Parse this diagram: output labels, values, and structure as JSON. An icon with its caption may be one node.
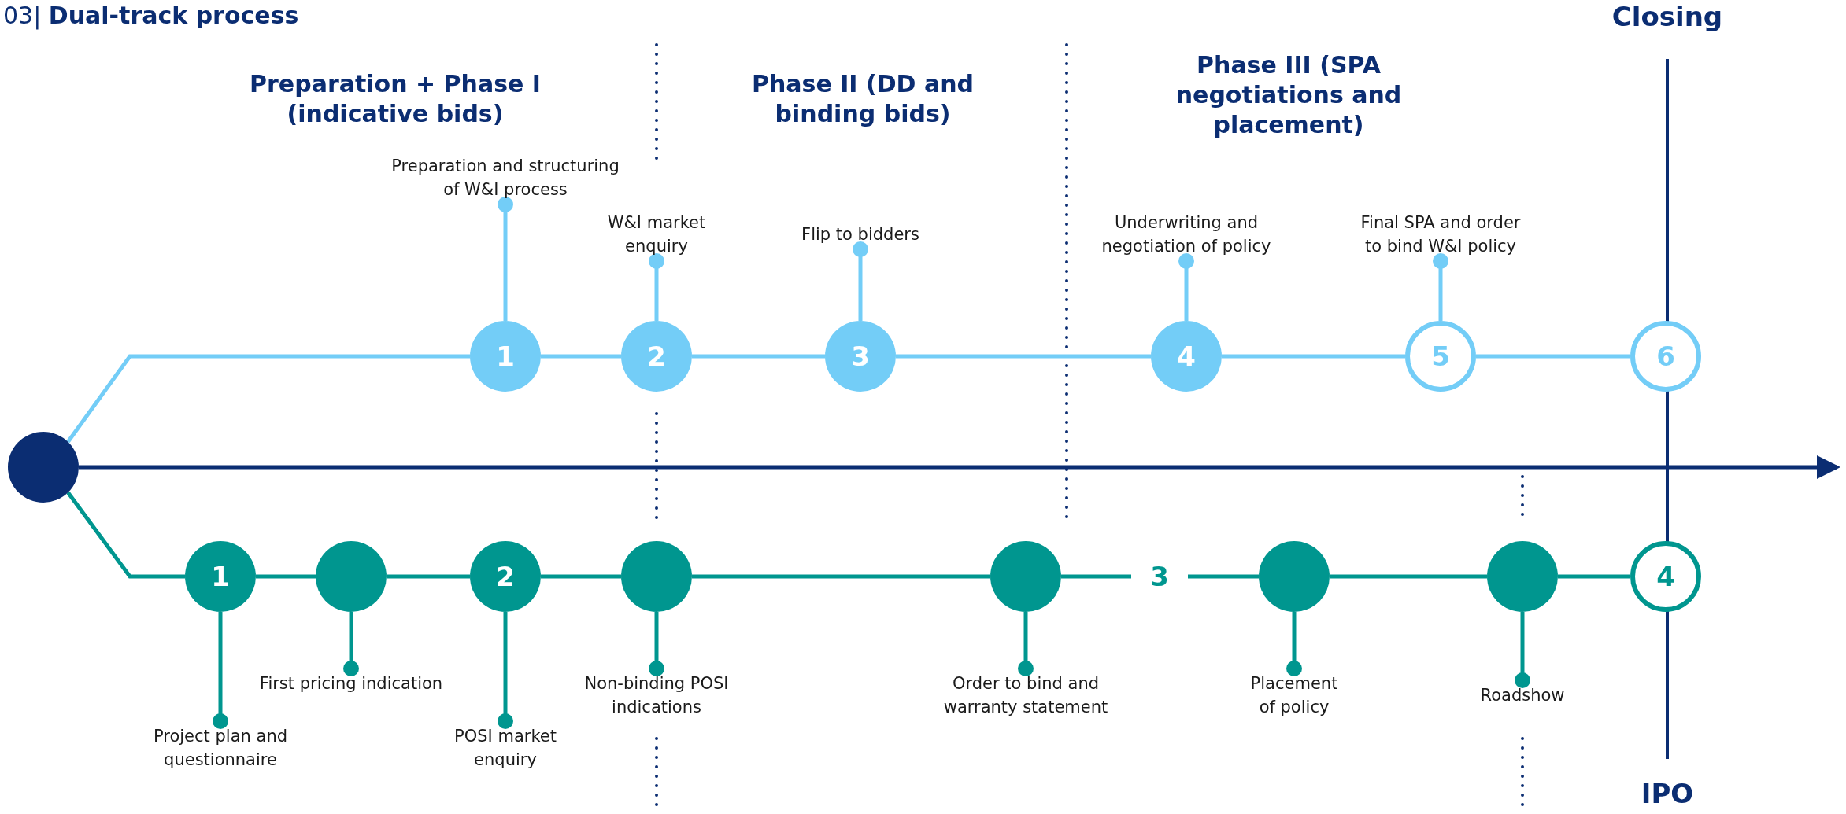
{
  "diagram": {
    "title": "03| **Dual-track process**",
    "nodes": [
      {
        "text": [],
        "shape": "circle"
      },
      {
        "text": [
          "1"
        ]
      },
      {
        "text": [
          "2"
        ]
      },
      {
        "text": [
          "3"
        ]
      },
      {
        "text": [
          "4"
        ]
      },
      {
        "text": [
          "5"
        ]
      },
      {
        "text": [
          "6"
        ]
      },
      {
        "text": [
          "Preparation and structuring of W&I process"
        ]
      },
      {
        "text": [
          "W&I market enquiry"
        ]
      },
      {
        "text": [
          "Flip to bidders"
        ]
      },
      {
        "text": [
          "Underwriting and negotiation of policy"
        ]
      },
      {
        "text": [
          "Final SPA and order to bind W&I policy"
        ]
      },
      {
        "text": [
          "1"
        ]
      },
      {
        "text": [],
        "shape": "circle"
      },
      {
        "text": [
          "2"
        ]
      },
      {
        "text": [],
        "shape": "circle"
      },
      {
        "text": [],
        "shape": "circle"
      },
      {
        "text": [
          "3"
        ]
      },
      {
        "text": [],
        "shape": "circle"
      },
      {
        "text": [],
        "shape": "circle"
      },
      {
        "text": [
          "4"
        ]
      },
      {
        "text": [
          "Project plan and questionnaire"
        ]
      },
      {
        "text": [
          "First pricing indication"
        ]
      },
      {
        "text": [
          "POSI market enquiry"
        ]
      },
      {
        "text": [
          "Non-binding POSI indications"
        ]
      },
      {
        "text": [
          "Order to bind and warranty statement"
        ]
      },
      {
        "text": [
          "Placement of policy"
        ]
      },
      {
        "text": [
          "Roadshow"
        ]
      }
    ],
    "edges": [
      {
        "from": 0,
        "to": 1,
        "arrow": "none",
        "color": "#73cdf7"
      },
      {
        "from": 1,
        "to": 2,
        "arrow": "none",
        "color": "#73cdf7"
      },
      {
        "from": 2,
        "to": 3,
        "arrow": "none",
        "color": "#73cdf7"
      },
      {
        "from": 3,
        "to": 4,
        "arrow": "none",
        "color": "#73cdf7"
      },
      {
        "from": 4,
        "to": 5,
        "arrow": "none",
        "color": "#73cdf7"
      },
      {
        "from": 5,
        "to": 6,
        "arrow": "none",
        "color": "#73cdf7"
      },
      {
        "from": 0,
        "to": null,
        "arrow": "to",
        "color": "#0b2d72"
      },
      {
        "from": 0,
        "to": 12,
        "arrow": "none",
        "color": "#00968f"
      },
      {
        "from": 12,
        "to": 13,
        "arrow": "none",
        "color": "#00968f"
      },
      {
        "from": 13,
        "to": 14,
        "arrow": "none",
        "color": "#00968f"
      },
      {
        "from": 14,
        "to": 15,
        "arrow": "none",
        "color": "#00968f"
      },
      {
        "from": 15,
        "to": 16,
        "arrow": "none",
        "color": "#00968f"
      },
      {
        "from": 16,
        "to": 17,
        "arrow": "none",
        "color": "#00968f"
      },
      {
        "from": 17,
        "to": 18,
        "arrow": "none",
        "color": "#00968f"
      },
      {
        "from": 18,
        "to": 19,
        "arrow": "none",
        "color": "#00968f"
      },
      {
        "from": 19,
        "to": 20,
        "arrow": "none",
        "color": "#00968f"
      },
      {
        "from": 7,
        "to": 1,
        "arrow": "other",
        "color": "#73cdf7"
      },
      {
        "from": 8,
        "to": 2,
        "arrow": "other",
        "color": "#73cdf7"
      },
      {
        "from": 9,
        "to": 3,
        "arrow": "other",
        "color": "#73cdf7"
      },
      {
        "from": 10,
        "to": 4,
        "arrow": "other",
        "color": "#73cdf7"
      },
      {
        "from": 11,
        "to": 5,
        "arrow": "other",
        "color": "#73cdf7"
      },
      {
        "from": 21,
        "to": 12,
        "arrow": "other",
        "color": "#00968f"
      },
      {
        "from": 22,
        "to": 13,
        "arrow": "other",
        "color": "#00968f"
      },
      {
        "from": 23,
        "to": 14,
        "arrow": "other",
        "color": "#00968f"
      },
      {
        "from": 24,
        "to": 15,
        "arrow": "other",
        "color": "#00968f"
      },
      {
        "from": 25,
        "to": 16,
        "arrow": "other",
        "color": "#00968f"
      },
      {
        "from": 26,
        "to": 18,
        "arrow": "other",
        "color": "#00968f"
      },
      {
        "from": 27,
        "to": 19,
        "arrow": "other",
        "color": "#00968f"
      }
    ],
    "labels": [
      "Preparation + Phase I (indicative bids)",
      "Phase II (DD and binding bids)",
      "Phase III (SPA negotiations and placement)",
      "Closing",
      "IPO"
    ]
  }
}
